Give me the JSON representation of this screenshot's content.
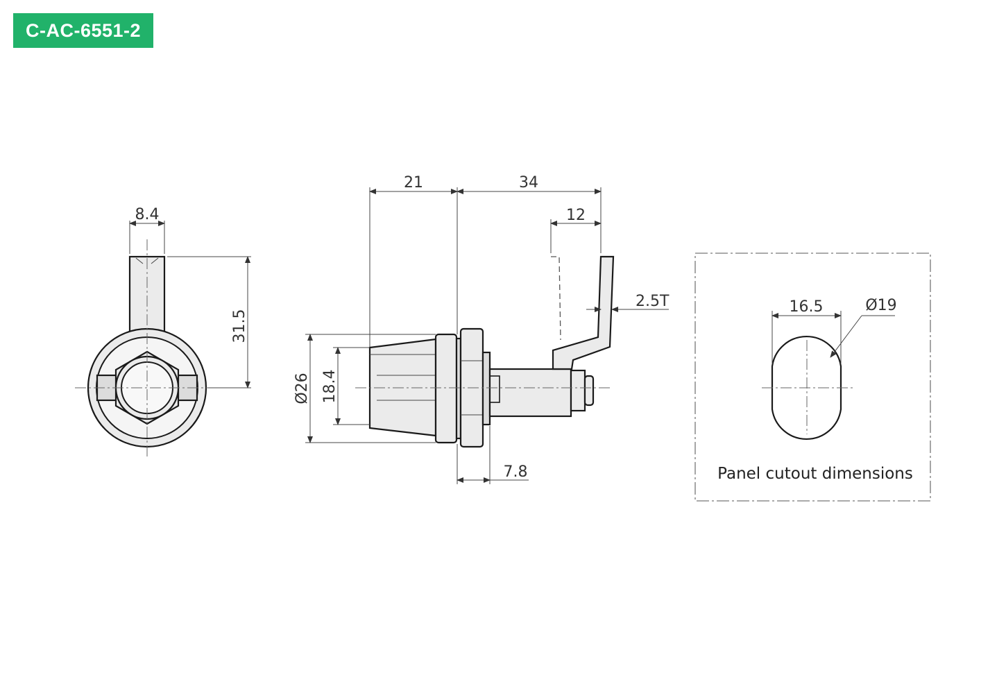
{
  "badge": {
    "label": "C-AC-6551-2",
    "color": "#21b26a"
  },
  "dimensions": {
    "front_width": "8.4",
    "front_height": "31.5",
    "body_length": "21",
    "cam_reach": "34",
    "cam_offset": "12",
    "cam_thickness": "2.5T",
    "outer_diameter": "Ø26",
    "flat_width": "18.4",
    "flange_thickness": "7.8",
    "cutout_flat": "16.5",
    "cutout_diameter": "Ø19"
  },
  "cutout_caption": "Panel cutout dimensions"
}
